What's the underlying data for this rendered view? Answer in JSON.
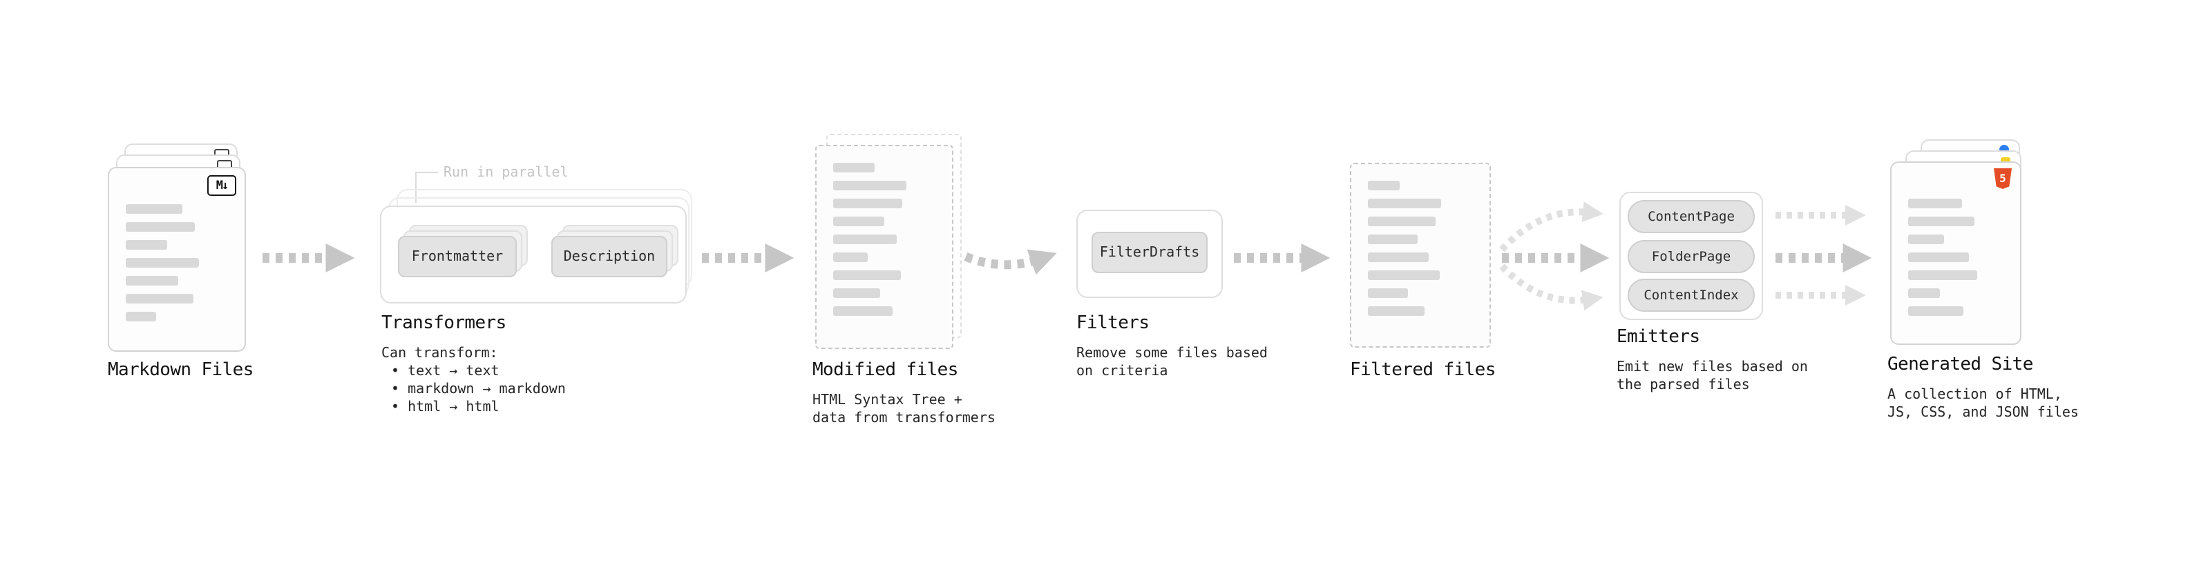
{
  "colors": {
    "arrow": "#c6c6c6",
    "arrow_light": "#e0e0e0",
    "html5_orange": "#e44d26",
    "js_yellow": "#f3d126",
    "css_blue": "#2d7ff0"
  },
  "nodes": {
    "markdown_files": {
      "title": "Markdown Files",
      "badge": "M↓"
    },
    "transformers": {
      "title": "Transformers",
      "callout": "Run in parallel",
      "chips": [
        "Frontmatter",
        "Description"
      ],
      "desc_heading": "Can transform:",
      "desc_items": [
        "• text → text",
        "• markdown → markdown",
        "• html → html"
      ]
    },
    "modified_files": {
      "title": "Modified files",
      "desc_lines": [
        "HTML Syntax Tree +",
        "data from transformers"
      ]
    },
    "filters": {
      "title": "Filters",
      "chips": [
        "FilterDrafts"
      ],
      "desc_lines": [
        "Remove some files based",
        "on criteria"
      ]
    },
    "filtered_files": {
      "title": "Filtered files"
    },
    "emitters": {
      "title": "Emitters",
      "chips": [
        "ContentPage",
        "FolderPage",
        "ContentIndex"
      ],
      "desc_lines": [
        "Emit new files based on",
        "the parsed files"
      ]
    },
    "generated_site": {
      "title": "Generated Site",
      "badge": "5",
      "desc_lines": [
        "A collection of HTML,",
        "JS, CSS, and JSON files"
      ]
    }
  }
}
